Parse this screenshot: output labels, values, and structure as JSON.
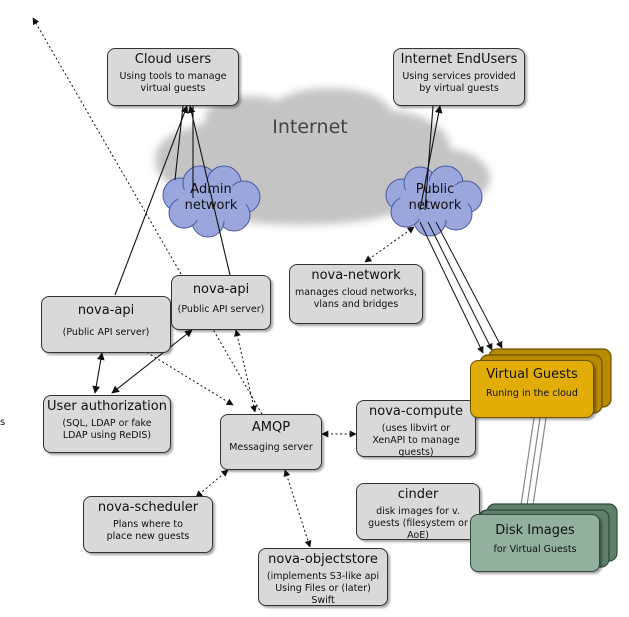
{
  "internet": {
    "label": "Internet"
  },
  "clouds": {
    "admin": "Admin network",
    "public": "Public network"
  },
  "cloud_users": {
    "title": "Cloud users",
    "desc": "Using tools to manage virtual guests"
  },
  "internet_endusers": {
    "title": "Internet EndUsers",
    "desc": "Using services provided by virtual guests"
  },
  "nova_network": {
    "title": "nova-network",
    "desc": "manages cloud networks, vlans and bridges"
  },
  "nova_api_1": {
    "title": "nova-api",
    "desc": "(Public API server)"
  },
  "nova_api_2": {
    "title": "nova-api",
    "desc": "(Public API server)"
  },
  "user_authorization": {
    "title": "User authorization",
    "desc": "(SQL, LDAP or fake LDAP using ReDIS)"
  },
  "amqp": {
    "title": "AMQP",
    "desc": "Messaging server"
  },
  "nova_compute": {
    "title": "nova-compute",
    "desc": "(uses libvirt or XenAPI to manage guests)"
  },
  "virtual_guests": {
    "title": "Virtual Guests",
    "desc": "Runing in the cloud"
  },
  "cinder": {
    "title": "cinder",
    "desc": "disk images for  v. guests (filesystem or AoE)"
  },
  "disk_images": {
    "title": "Disk Images",
    "desc": "for Virtual Guests"
  },
  "nova_scheduler": {
    "title": "nova-scheduler",
    "desc": "Plans where to place new guests"
  },
  "nova_objectstore": {
    "title": "nova-objectstore",
    "desc": "(implements S3-like api Using Files or (later) Swift"
  },
  "margin_text": "s",
  "colors": {
    "box_fill": "#d9d9d9",
    "virtual_guests": "#e1ad06",
    "disk_images": "#92b09b",
    "internet_cloud": "#c4c4c4",
    "network_cloud": "#9aa6dc"
  }
}
